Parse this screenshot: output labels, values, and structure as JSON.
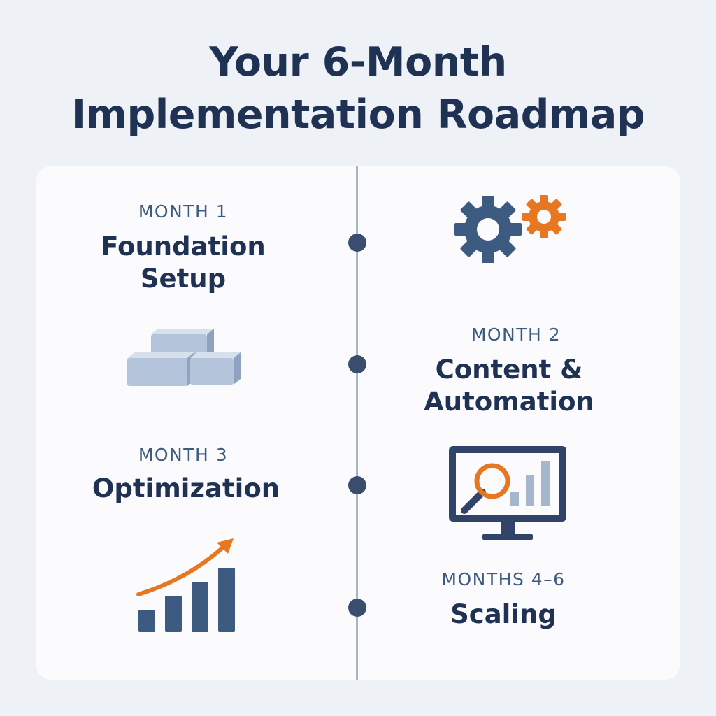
{
  "title": {
    "line1": "Your 6-Month",
    "line2": "Implementation Roadmap"
  },
  "phases": [
    {
      "label": "MONTH 1",
      "heading_lines": [
        "Foundation",
        "Setup"
      ],
      "icon": "stacked-blocks-icon"
    },
    {
      "label": "MONTH 2",
      "heading_lines": [
        "Content &",
        "Automation"
      ],
      "icon": "gears-icon"
    },
    {
      "label": "MONTH 3",
      "heading_lines": [
        "Optimization"
      ],
      "icon": "monitor-analytics-icon"
    },
    {
      "label": "MONTHS 4–6",
      "heading_lines": [
        "Scaling"
      ],
      "icon": "growth-chart-icon"
    }
  ],
  "colors": {
    "navy": "#1f3253",
    "slate_blue": "#3d5a80",
    "orange": "#e87722",
    "block_blue": "#b4c4da",
    "background": "#eef1f6",
    "card": "#fbfbfd"
  }
}
